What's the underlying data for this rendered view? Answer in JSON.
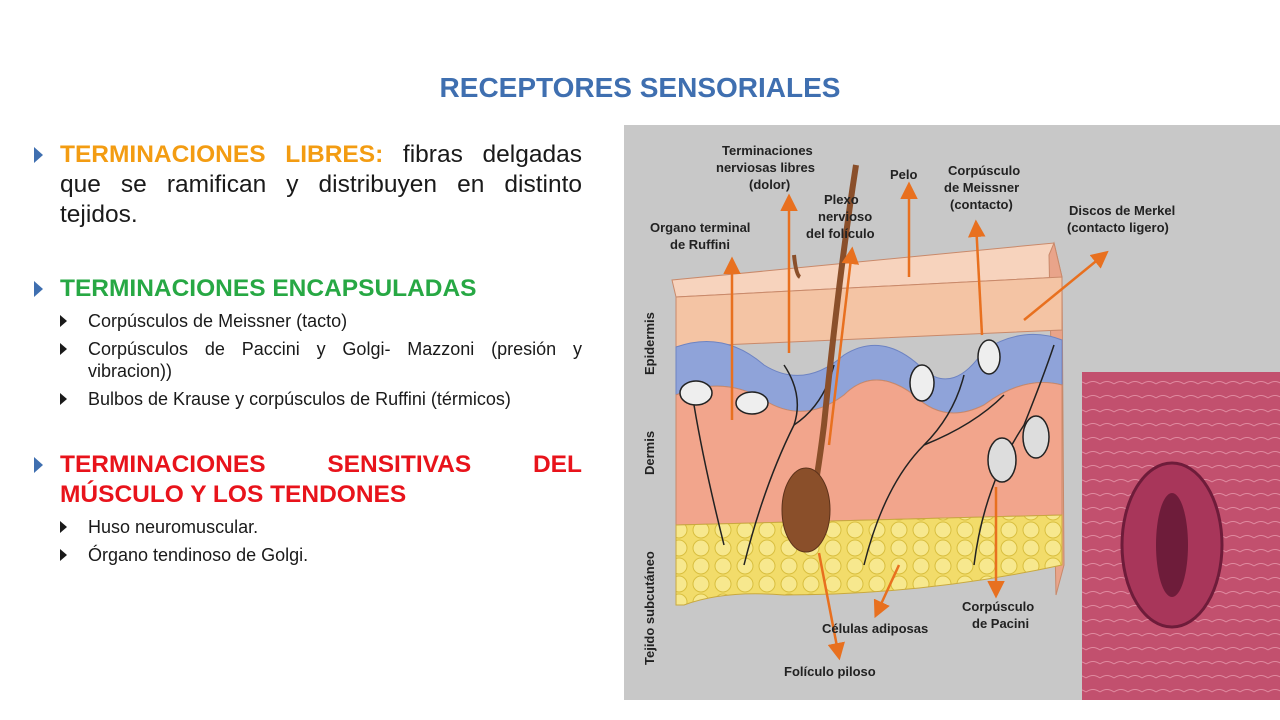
{
  "title": "RECEPTORES SENSORIALES",
  "bullets": {
    "libres_head": "TERMINACIONES LIBRES:",
    "libres_text": " fibras delgadas que se ramifican y distribuyen en distinto tejidos.",
    "encapsuladas_head": "TERMINACIONES ENCAPSULADAS",
    "encapsuladas_items": [
      "Corpúsculos de Meissner (tacto)",
      "Corpúsculos de Paccini y Golgi- Mazzoni (presión y vibracion))",
      "Bulbos de Krause y corpúsculos de Ruffini (térmicos)"
    ],
    "musculo_head": "TERMINACIONES SENSITIVAS DEL MÚSCULO Y LOS TENDONES",
    "musculo_items": [
      "Huso neuromuscular.",
      "Órgano tendinoso de Golgi."
    ]
  },
  "diagram": {
    "labels": {
      "libres_1": "Terminaciones",
      "libres_2": "nerviosas libres",
      "libres_3": "(dolor)",
      "pelo": "Pelo",
      "meissner_1": "Corpúsculo",
      "meissner_2": "de Meissner",
      "meissner_3": "(contacto)",
      "plexo_1": "Plexo",
      "plexo_2": "nervioso",
      "plexo_3": "del folículo",
      "ruffini_1": "Organo terminal",
      "ruffini_2": "de Ruffini",
      "merkel_1": "Discos de Merkel",
      "merkel_2": "(contacto ligero)",
      "pacini_1": "Corpúsculo",
      "pacini_2": "de Pacini",
      "adiposas": "Células adiposas",
      "foliculo": "Folículo piloso",
      "epidermis": "Epidermis",
      "dermis": "Dermis",
      "subcutaneo": "Tejido subcutáneo"
    },
    "colors": {
      "arrow": "#e8701f",
      "epidermis": "#f4c4a4",
      "dermis_blue": "#8fa3d9",
      "dermis": "#f2a58c",
      "fat": "#f2dc6a",
      "hair": "#8a4f2a",
      "micrograph": "#c2506e"
    }
  }
}
